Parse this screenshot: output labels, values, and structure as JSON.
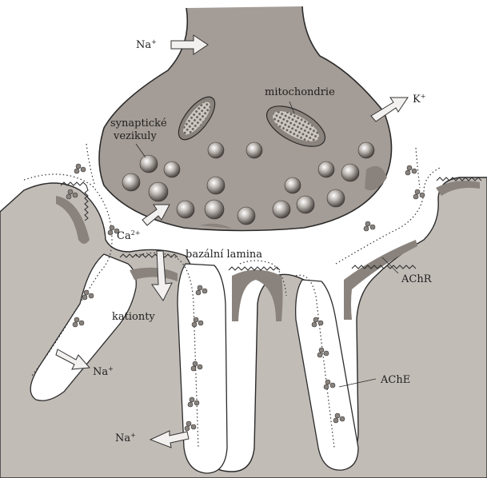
{
  "labels": {
    "na_top": "Na",
    "na_top_sup": "+",
    "k": "K",
    "k_sup": "+",
    "mitochondria": "mitochondrie",
    "vesicles_line1": "synaptické",
    "vesicles_line2": "vezikuly",
    "calcium": "Ca",
    "calcium_sup": "2+",
    "basal_lamina": "bazální lamina",
    "cations": "kationty",
    "achr": "AChR",
    "ache": "AChE",
    "na_left": "Na",
    "na_left_sup": "+",
    "na_bottom": "Na",
    "na_bottom_sup": "+"
  },
  "colors": {
    "terminal_fill": "#a49c96",
    "muscle_fill": "#c2bcb7",
    "fold_fill": "#ffffff",
    "outline": "#2b2b2b",
    "vesicle": "#8e8884",
    "dark_band": "#8a837d"
  }
}
